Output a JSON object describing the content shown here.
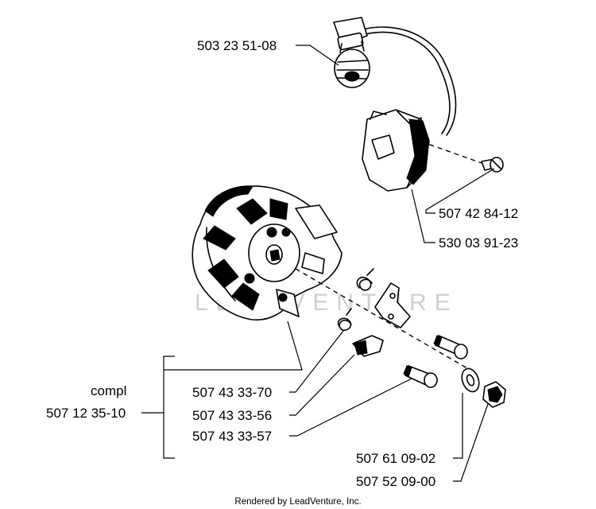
{
  "parts": {
    "p1": "503 23 51-08",
    "p2": "507 42 84-12",
    "p3": "530 03 91-23",
    "compl_word": "compl",
    "compl_num": "507 12 35-10",
    "p4": "507 43 33-70",
    "p5": "507 43 33-56",
    "p6": "507 43 33-57",
    "p7": "507 61 09-02",
    "p8": "507 52 09-00"
  },
  "footer": "Rendered by LeadVenture, Inc.",
  "watermark": "LEADVENTURE"
}
